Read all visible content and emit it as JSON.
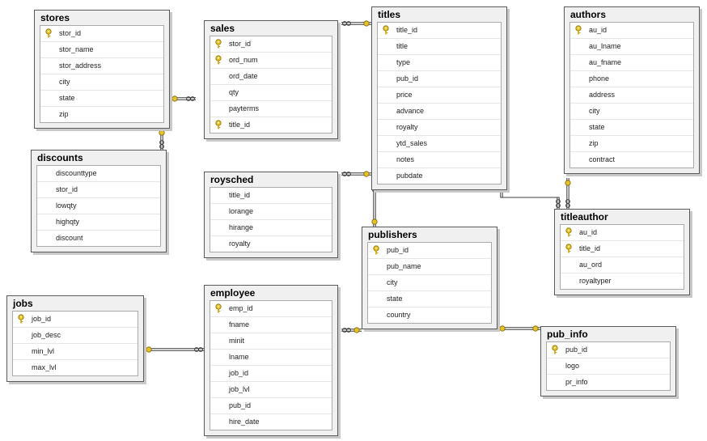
{
  "diagram": {
    "tables": [
      {
        "name": "stores",
        "columns": [
          {
            "name": "stor_id",
            "pk": true
          },
          {
            "name": "stor_name"
          },
          {
            "name": "stor_address"
          },
          {
            "name": "city"
          },
          {
            "name": "state"
          },
          {
            "name": "zip"
          }
        ]
      },
      {
        "name": "sales",
        "columns": [
          {
            "name": "stor_id",
            "pk": true
          },
          {
            "name": "ord_num",
            "pk": true
          },
          {
            "name": "ord_date"
          },
          {
            "name": "qty"
          },
          {
            "name": "payterms"
          },
          {
            "name": "title_id",
            "pk": true
          }
        ]
      },
      {
        "name": "titles",
        "columns": [
          {
            "name": "title_id",
            "pk": true
          },
          {
            "name": "title"
          },
          {
            "name": "type"
          },
          {
            "name": "pub_id"
          },
          {
            "name": "price"
          },
          {
            "name": "advance"
          },
          {
            "name": "royalty"
          },
          {
            "name": "ytd_sales"
          },
          {
            "name": "notes"
          },
          {
            "name": "pubdate"
          }
        ]
      },
      {
        "name": "authors",
        "columns": [
          {
            "name": "au_id",
            "pk": true
          },
          {
            "name": "au_lname"
          },
          {
            "name": "au_fname"
          },
          {
            "name": "phone"
          },
          {
            "name": "address"
          },
          {
            "name": "city"
          },
          {
            "name": "state"
          },
          {
            "name": "zip"
          },
          {
            "name": "contract"
          }
        ]
      },
      {
        "name": "discounts",
        "columns": [
          {
            "name": "discounttype"
          },
          {
            "name": "stor_id"
          },
          {
            "name": "lowqty"
          },
          {
            "name": "highqty"
          },
          {
            "name": "discount"
          }
        ]
      },
      {
        "name": "roysched",
        "columns": [
          {
            "name": "title_id"
          },
          {
            "name": "lorange"
          },
          {
            "name": "hirange"
          },
          {
            "name": "royalty"
          }
        ]
      },
      {
        "name": "titleauthor",
        "columns": [
          {
            "name": "au_id",
            "pk": true
          },
          {
            "name": "title_id",
            "pk": true
          },
          {
            "name": "au_ord"
          },
          {
            "name": "royaltyper"
          }
        ]
      },
      {
        "name": "publishers",
        "columns": [
          {
            "name": "pub_id",
            "pk": true
          },
          {
            "name": "pub_name"
          },
          {
            "name": "city"
          },
          {
            "name": "state"
          },
          {
            "name": "country"
          }
        ]
      },
      {
        "name": "jobs",
        "columns": [
          {
            "name": "job_id",
            "pk": true
          },
          {
            "name": "job_desc"
          },
          {
            "name": "min_lvl"
          },
          {
            "name": "max_lvl"
          }
        ]
      },
      {
        "name": "employee",
        "columns": [
          {
            "name": "emp_id",
            "pk": true
          },
          {
            "name": "fname"
          },
          {
            "name": "minit"
          },
          {
            "name": "lname"
          },
          {
            "name": "job_id"
          },
          {
            "name": "job_lvl"
          },
          {
            "name": "pub_id"
          },
          {
            "name": "hire_date"
          }
        ]
      },
      {
        "name": "pub_info",
        "columns": [
          {
            "name": "pub_id",
            "pk": true
          },
          {
            "name": "logo"
          },
          {
            "name": "pr_info"
          }
        ]
      }
    ],
    "relationships": [
      {
        "from": "stores",
        "to": "sales"
      },
      {
        "from": "stores",
        "to": "discounts"
      },
      {
        "from": "titles",
        "to": "sales"
      },
      {
        "from": "titles",
        "to": "roysched"
      },
      {
        "from": "titles",
        "to": "titleauthor"
      },
      {
        "from": "authors",
        "to": "titleauthor"
      },
      {
        "from": "publishers",
        "to": "titles"
      },
      {
        "from": "publishers",
        "to": "employee"
      },
      {
        "from": "publishers",
        "to": "pub_info"
      },
      {
        "from": "jobs",
        "to": "employee"
      }
    ],
    "colors": {
      "key": "#e6c229",
      "line": "#3c3c3c",
      "header_bg": "#f0f0f0",
      "border": "#5a5a5a"
    }
  }
}
